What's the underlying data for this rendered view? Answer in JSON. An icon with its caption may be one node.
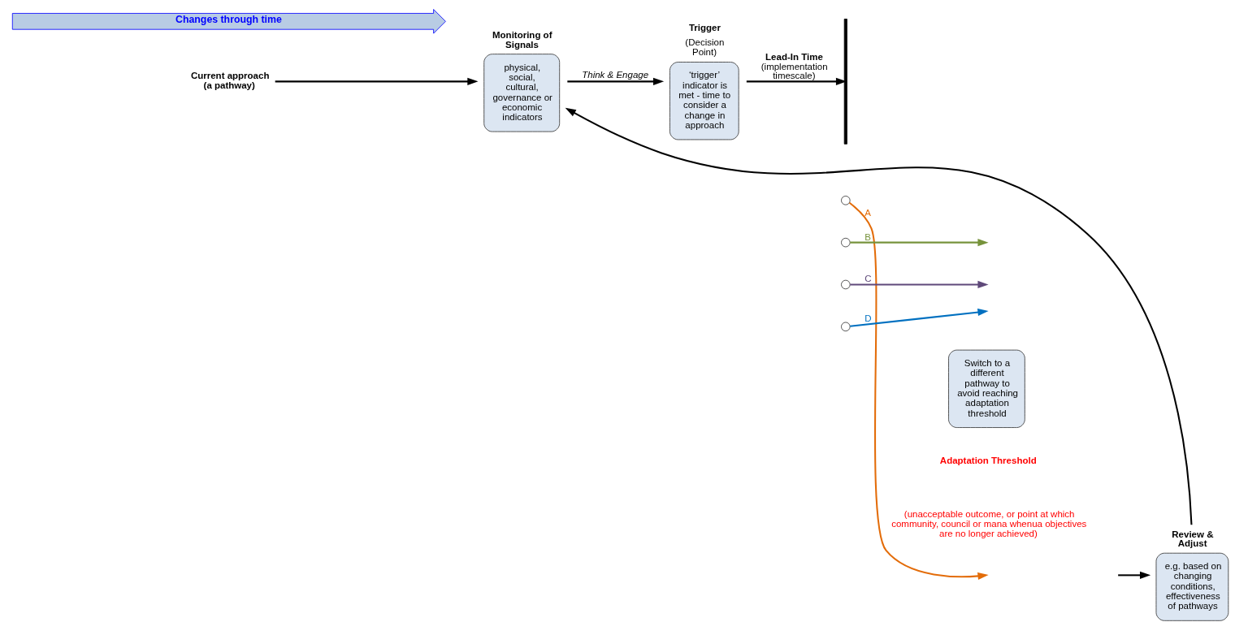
{
  "diagram": {
    "nodes": [
      {
        "text": [
          "Current approach (a pathway)"
        ]
      },
      {
        "text": [
          "Monitoring of Signals",
          "physical, social, cultural, governance or economic indicators"
        ]
      },
      {
        "text": [
          "Trigger",
          "(Decision Point)",
          "‘trigger’ indicator is met - time to consider a change in approach"
        ]
      },
      {
        "text": [],
        "shape": "bar"
      },
      {
        "text": [],
        "shape": "circle"
      },
      {
        "text": [],
        "shape": "circle"
      },
      {
        "text": [],
        "shape": "circle"
      },
      {
        "text": [],
        "shape": "circle"
      },
      {
        "text": [
          "Switch to a different pathway to avoid reaching adaptation threshold"
        ]
      },
      {
        "text": [
          "Review & Adjust",
          "e.g. based on changing conditions, effectiveness of pathways"
        ]
      }
    ],
    "edges": [
      {
        "from": 0,
        "to": 1,
        "arrow": "to"
      },
      {
        "from": 1,
        "to": 2,
        "arrow": "to",
        "label": "Think & Engage"
      },
      {
        "from": 2,
        "to": 3,
        "arrow": "to",
        "label": "Lead-In Time (implementation timescale)"
      },
      {
        "from": 4,
        "to": null,
        "arrow": "to",
        "label": "A",
        "color": "#e36c09"
      },
      {
        "from": 5,
        "to": null,
        "arrow": "to",
        "label": "B",
        "color": "#77933c"
      },
      {
        "from": 6,
        "to": null,
        "arrow": "to",
        "label": "C",
        "color": "#5f497a"
      },
      {
        "from": 7,
        "to": null,
        "arrow": "to",
        "label": "D",
        "color": "#0070c0"
      },
      {
        "from": null,
        "to": 9,
        "arrow": "to"
      },
      {
        "from": 9,
        "to": 1,
        "arrow": "to"
      }
    ],
    "labels": [
      "Adaptation Threshold",
      "(unacceptable outcome, or point at which community, council or mana whenua objectives are no longer achieved)",
      "Changes through time"
    ]
  }
}
